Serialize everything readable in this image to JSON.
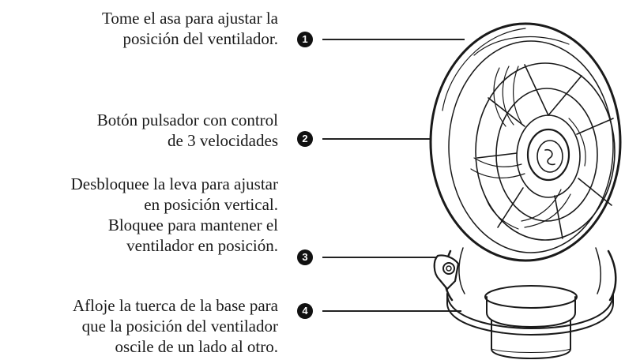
{
  "callouts": [
    {
      "number": "1",
      "lines": [
        "Tome el asa para ajustar la",
        "posición del ventilador."
      ]
    },
    {
      "number": "2",
      "lines": [
        "Botón pulsador con control",
        "de 3 velocidades"
      ]
    },
    {
      "number": "3",
      "lines": [
        "Desbloquee la leva para ajustar",
        "en posición vertical.",
        "Bloquee para mantener el",
        "ventilador en posición."
      ]
    },
    {
      "number": "4",
      "lines": [
        "Afloje la tuerca de la base para",
        "que la posición del ventilador",
        "oscile de un lado al otro."
      ]
    }
  ]
}
